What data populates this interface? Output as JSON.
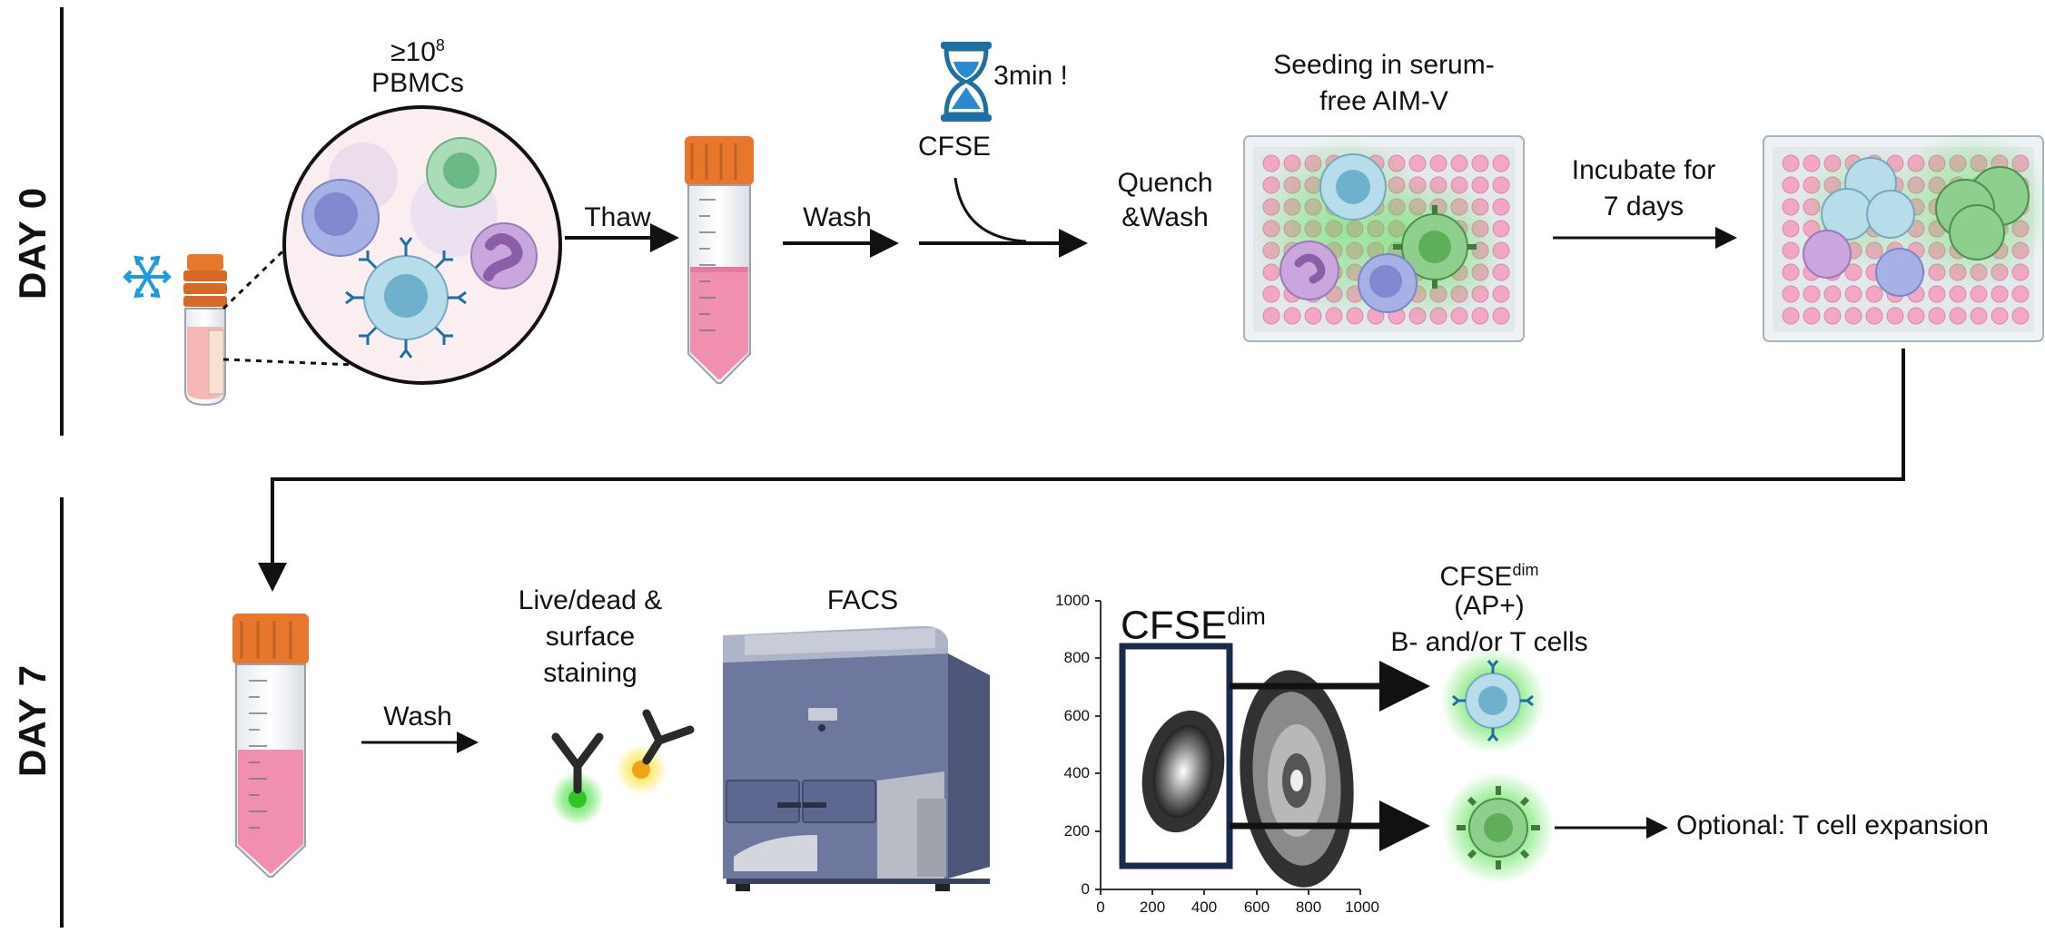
{
  "days": {
    "day0": "DAY 0",
    "day7": "DAY 7"
  },
  "steps": {
    "pbmc_count": "≥10",
    "pbmc_exp": "8",
    "pbmc_label": "PBMCs",
    "thaw": "Thaw",
    "wash1": "Wash",
    "timer": "3min !",
    "cfse": "CFSE",
    "quench_line1": "Quench",
    "quench_line2": "&Wash",
    "seeding_line1": "Seeding in serum-",
    "seeding_line2": "free AIM-V",
    "incubate_line1": "Incubate for",
    "incubate_line2": "7 days",
    "wash2": "Wash",
    "stain_line1": "Live/dead &",
    "stain_line2": "surface",
    "stain_line3": "staining",
    "facs": "FACS",
    "gate_main": "CFSE",
    "gate_sup": "dim",
    "result_line1": "CFSE",
    "result_sup": "dim",
    "result_line2": "(AP+)",
    "result_line3": "B- and/or T cells",
    "optional": "Optional: T cell expansion"
  },
  "plot": {
    "y_ticks": [
      "1000",
      "800",
      "600",
      "400",
      "200",
      "0"
    ],
    "x_ticks": [
      "0",
      "200",
      "400",
      "600",
      "800",
      "1000"
    ]
  },
  "colors": {
    "cap": "#e8772e",
    "media": "#f08fb0",
    "well": "#f4a7c4",
    "glow": "#52e04a",
    "facs_body": "#6e789f",
    "gate_border": "#1b2a4a"
  }
}
